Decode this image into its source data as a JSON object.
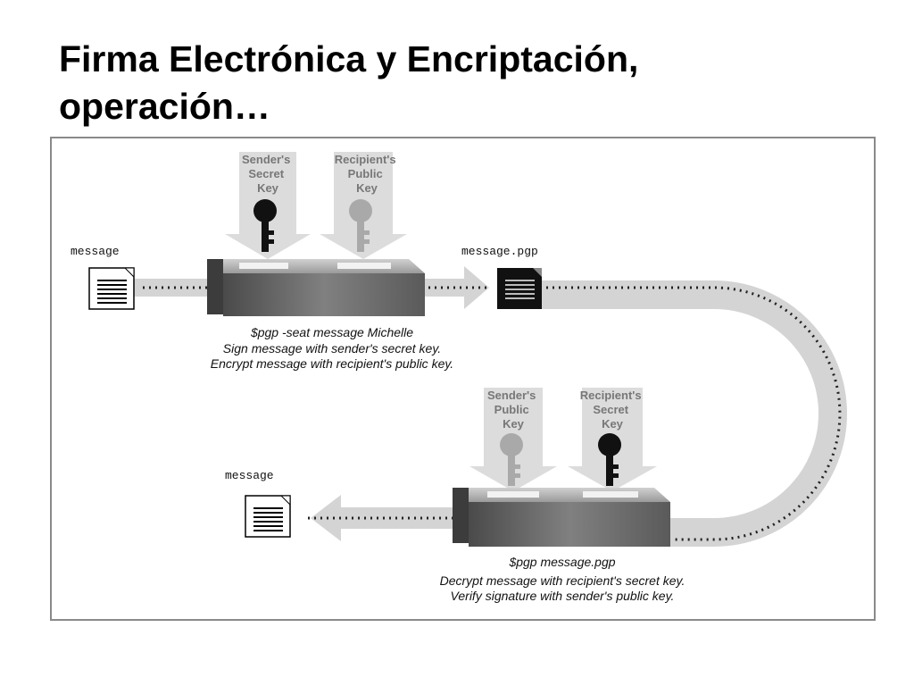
{
  "slide": {
    "title_line1": "Firma Electrónica y Encriptación,",
    "title_line2": "operación…"
  },
  "encrypt": {
    "key_left": [
      "Sender's",
      "Secret",
      "Key"
    ],
    "key_right": [
      "Recipient's",
      "Public",
      "Key"
    ],
    "input_label": "message",
    "output_label": "message.pgp",
    "command": "$pgp -seat message Michelle",
    "caption_line1": "Sign message with sender's secret key.",
    "caption_line2": "Encrypt message with recipient's public key."
  },
  "decrypt": {
    "key_left": [
      "Sender's",
      "Public",
      "Key"
    ],
    "key_right": [
      "Recipient's",
      "Secret",
      "Key"
    ],
    "output_label": "message",
    "command": "$pgp message.pgp",
    "caption_line1": "Decrypt message with recipient's secret key.",
    "caption_line2": "Verify signature with sender's public key."
  },
  "colors": {
    "frame": "#8a8a8a",
    "arrow_fill": "#d4d4d4",
    "secret_key": "#111111",
    "public_key": "#a9a9a9",
    "box_top": "#b8b8b8"
  }
}
